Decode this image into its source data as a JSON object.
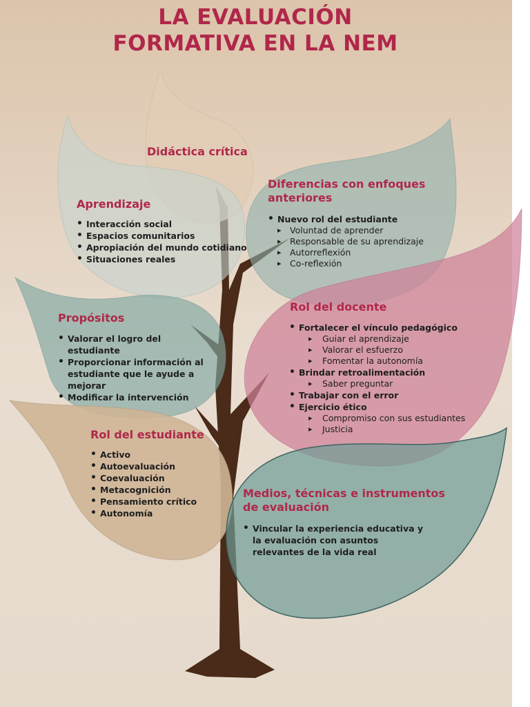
{
  "title_line1": "LA EVALUACIÓN",
  "title_line2": "FORMATIVA EN LA NEM",
  "didactica": {
    "heading": "Didáctica crítica"
  },
  "aprendizaje": {
    "heading": "Aprendizaje",
    "items": [
      "Interacción social",
      "Espacios comunitarios",
      "Apropiación del mundo cotidiano",
      "Situaciones reales"
    ]
  },
  "diferencias": {
    "heading": "Diferencias con enfoques anteriores",
    "main": "Nuevo rol del estudiante",
    "subs": [
      "Voluntad de aprender",
      "Responsable de su aprendizaje",
      "Autorreflexión",
      "Co-reflexión"
    ]
  },
  "propositos": {
    "heading": "Propósitos",
    "items": [
      "Valorar el logro del estudiante",
      "Proporcionar información al estudiante que le ayude a mejorar",
      "Modificar la intervención"
    ]
  },
  "docente": {
    "heading": "Rol del docente",
    "item1": "Fortalecer el vínculo pedagógico",
    "item1_subs": [
      "Guiar el aprendizaje",
      "Valorar el esfuerzo",
      "Fomentar la autonomía"
    ],
    "item2": "Brindar retroalimentación",
    "item2_subs": [
      "Saber preguntar"
    ],
    "item3": "Trabajar con el error",
    "item4": "Ejercicio ético",
    "item4_subs": [
      "Compromiso con sus estudiantes",
      "Justicia"
    ]
  },
  "estudiante": {
    "heading": "Rol del estudiante",
    "items": [
      "Activo",
      "Autoevaluación",
      "Coevaluación",
      "Metacognición",
      "Pensamiento crítico",
      "Autonomía"
    ]
  },
  "medios": {
    "heading": "Medios, técnicas e instrumentos de evaluación",
    "items": [
      "Vincular la experiencia educativa y la evaluación con asuntos relevantes de la vida real"
    ]
  },
  "colors": {
    "title": "#b0274a",
    "trunk": "#4a2a18",
    "leaf_teal": "#7fa7a2",
    "leaf_pink": "#cf8199",
    "leaf_tan": "#cfb596",
    "background": "#e8d9c9"
  }
}
